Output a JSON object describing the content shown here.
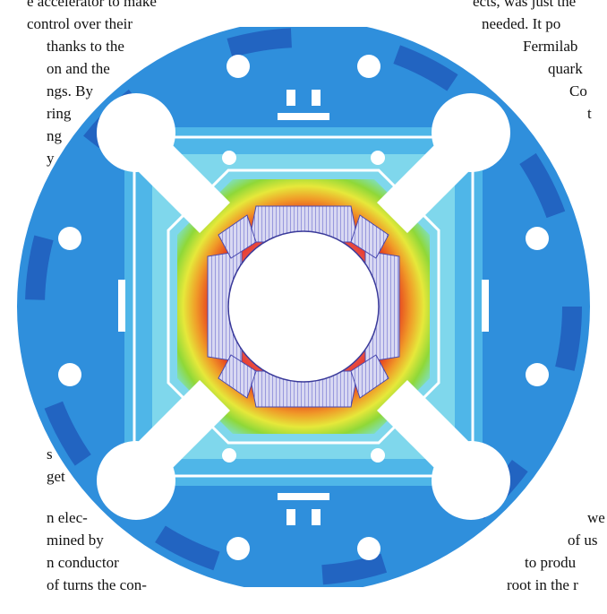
{
  "left_column": [
    "control over their",
    "thanks to the",
    "on and the",
    "ngs. By",
    "ring",
    "ng",
    "y",
    "s",
    "get",
    "n elec-",
    "mined by",
    "n conductor",
    "of turns the con-"
  ],
  "right_column": [
    "needed. It po",
    "Fermilab",
    "quark",
    "Co",
    "t",
    "we",
    "of us",
    "to produ",
    "root in the r"
  ],
  "top_fragments": {
    "left": "e accelerator to make",
    "right": "ects, was just the"
  },
  "figure": {
    "subject": "quadrupole magnet cross-section field map",
    "colors": {
      "outer": "#2f8fdc",
      "outer_dark": "#1f56b8",
      "mid_blue": "#4fb6e8",
      "cyan": "#7fd7ec",
      "teal": "#7fe0c0",
      "green": "#8fd838",
      "yellow": "#e6e83a",
      "orange": "#f09a28",
      "red": "#e42a1c",
      "coil": "#c8c8ec"
    }
  }
}
